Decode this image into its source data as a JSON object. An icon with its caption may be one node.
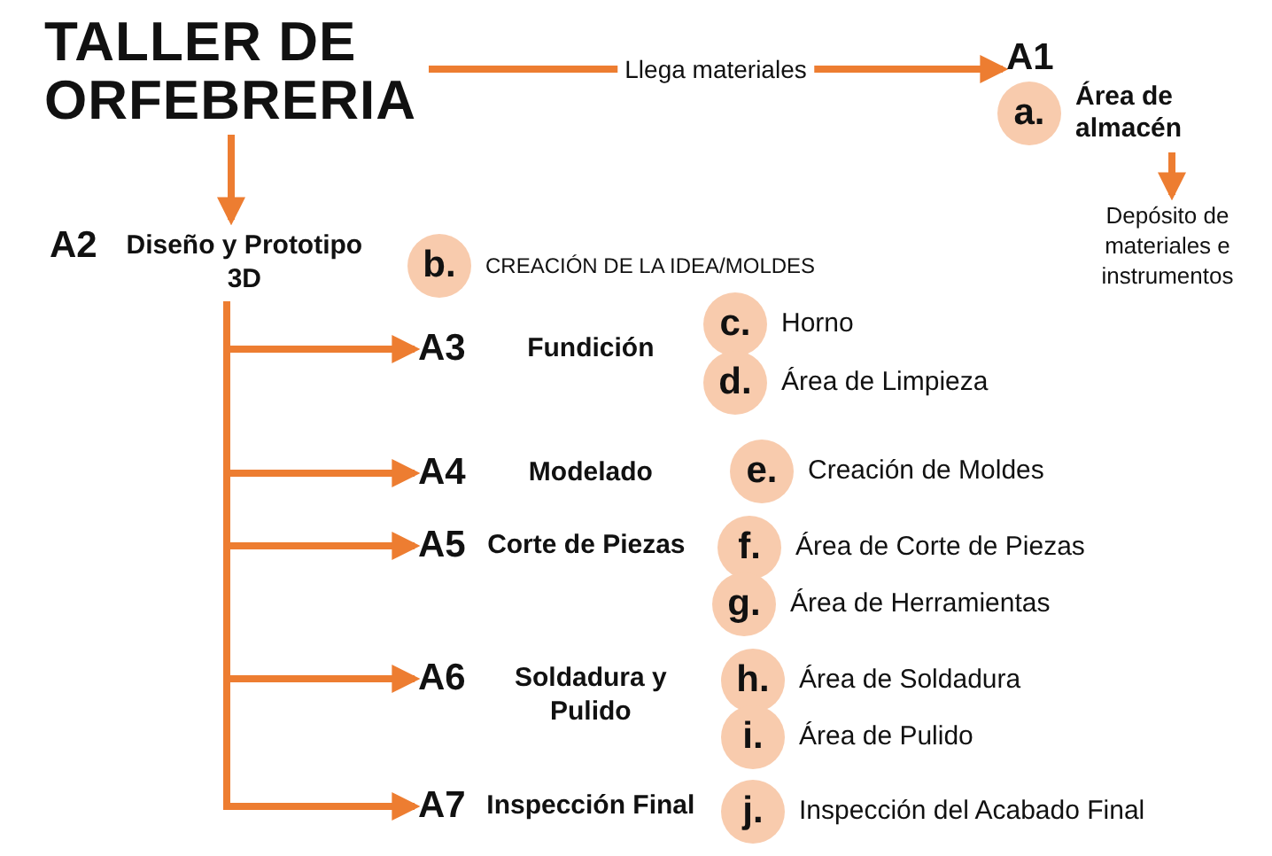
{
  "diagram": {
    "nodes": [
      {
        "text": [
          "TALLER DE ORFEBRERIA"
        ]
      },
      {
        "text": [
          "A1"
        ]
      },
      {
        "text": [
          "a."
        ],
        "beside": [
          "Área de almacén"
        ]
      },
      {
        "text": [
          "Depósito de materiales e instrumentos"
        ]
      },
      {
        "text": [
          "A2",
          "Diseño y Prototipo 3D"
        ]
      },
      {
        "text": [
          "b."
        ],
        "beside": [
          "CREACIÓN DE LA IDEA/MOLDES"
        ]
      },
      {
        "text": [
          "A3",
          "Fundición"
        ]
      },
      {
        "text": [
          "c."
        ],
        "beside": [
          "Horno"
        ]
      },
      {
        "text": [
          "d."
        ],
        "beside": [
          "Área de Limpieza"
        ]
      },
      {
        "text": [
          "A4",
          "Modelado"
        ]
      },
      {
        "text": [
          "e."
        ],
        "beside": [
          "Creación de Moldes"
        ]
      },
      {
        "text": [
          "A5",
          "Corte de Piezas"
        ]
      },
      {
        "text": [
          "f."
        ],
        "beside": [
          "Área de Corte de Piezas"
        ]
      },
      {
        "text": [
          "g."
        ],
        "beside": [
          "Área de Herramientas"
        ]
      },
      {
        "text": [
          "A6",
          "Soldadura y Pulido"
        ]
      },
      {
        "text": [
          "h."
        ],
        "beside": [
          "Área de Soldadura"
        ]
      },
      {
        "text": [
          "i."
        ],
        "beside": [
          "Área de Pulido"
        ]
      },
      {
        "text": [
          "A7",
          "Inspección Final"
        ]
      },
      {
        "text": [
          "j."
        ],
        "beside": [
          "Inspección del Acabado Final"
        ]
      }
    ],
    "edges": [
      {
        "from": 0,
        "to": 1,
        "arrow": "to",
        "label": "Llega materiales"
      },
      {
        "from": 2,
        "to": 3,
        "arrow": "to"
      },
      {
        "from": 0,
        "to": 4,
        "arrow": "to"
      },
      {
        "from": 4,
        "to": 6,
        "arrow": "to"
      },
      {
        "from": 4,
        "to": 9,
        "arrow": "to"
      },
      {
        "from": 4,
        "to": 11,
        "arrow": "to"
      },
      {
        "from": 4,
        "to": 14,
        "arrow": "to"
      },
      {
        "from": 4,
        "to": 17,
        "arrow": "to"
      }
    ]
  }
}
